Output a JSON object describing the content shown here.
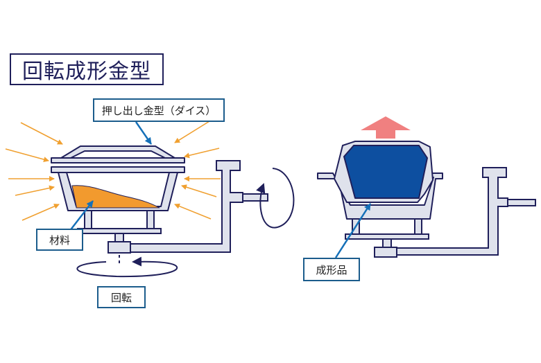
{
  "title": "回転成形金型",
  "labels": {
    "die": "押し出し金型（ダイス）",
    "material": "材料",
    "rotation": "回転",
    "product": "成形品"
  },
  "colors": {
    "outline": "#1f1f5a",
    "mold_fill": "#dfe2ec",
    "heat_arrow": "#f0a030",
    "material": "#f29a2e",
    "product": "#0d4fa0",
    "eject_arrow": "#f08080",
    "label_border": "#1b5c8c",
    "pointer": "#1570b8"
  }
}
